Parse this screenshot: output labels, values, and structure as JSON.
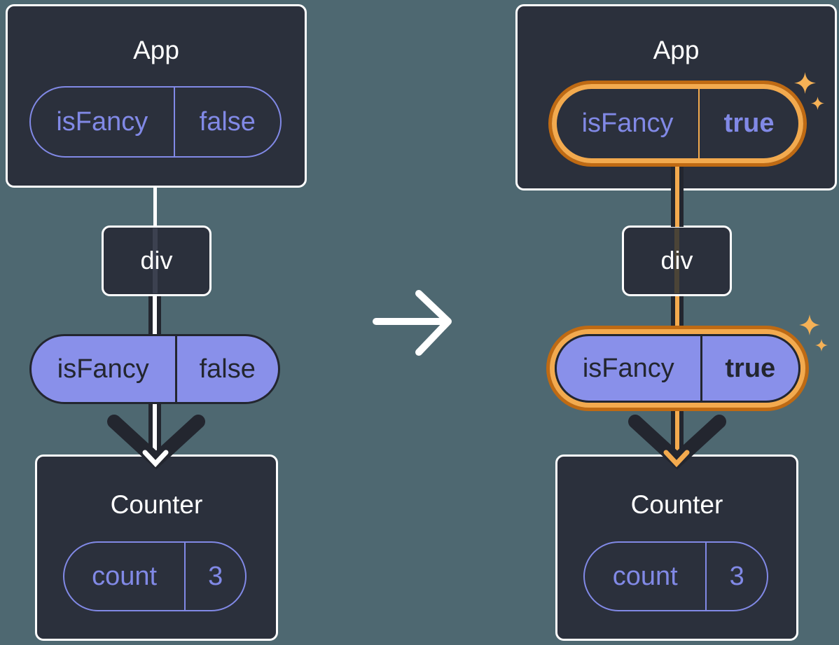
{
  "colors": {
    "bg": "#4E6871",
    "panel": "#2B303C",
    "panel_border": "#FFFFFF",
    "purple": "#8189E6",
    "purple_fill": "#8990EA",
    "ink": "#23262F",
    "arrow": "#23262F",
    "white_line": "#FFFFFF",
    "orange_dark": "#BF6A13",
    "orange_light": "#F3AA4E",
    "sparkle": "#F5B156",
    "strip_before": "#3C4150",
    "strip_after": "#4B4437"
  },
  "before": {
    "app": {
      "title": "App",
      "state_pill": {
        "key": "isFancy",
        "value": "false"
      }
    },
    "dom_node": {
      "label": "div"
    },
    "prop_pill": {
      "key": "isFancy",
      "value": "false"
    },
    "counter": {
      "title": "Counter",
      "state_pill": {
        "key": "count",
        "value": "3"
      }
    }
  },
  "after": {
    "app": {
      "title": "App",
      "state_pill": {
        "key": "isFancy",
        "value": "true"
      }
    },
    "dom_node": {
      "label": "div"
    },
    "prop_pill": {
      "key": "isFancy",
      "value": "true"
    },
    "counter": {
      "title": "Counter",
      "state_pill": {
        "key": "count",
        "value": "3"
      }
    }
  },
  "icons": {
    "transition": "right-arrow-icon",
    "highlight": "sparkles-icon",
    "flow": "arrow-down-icon"
  }
}
